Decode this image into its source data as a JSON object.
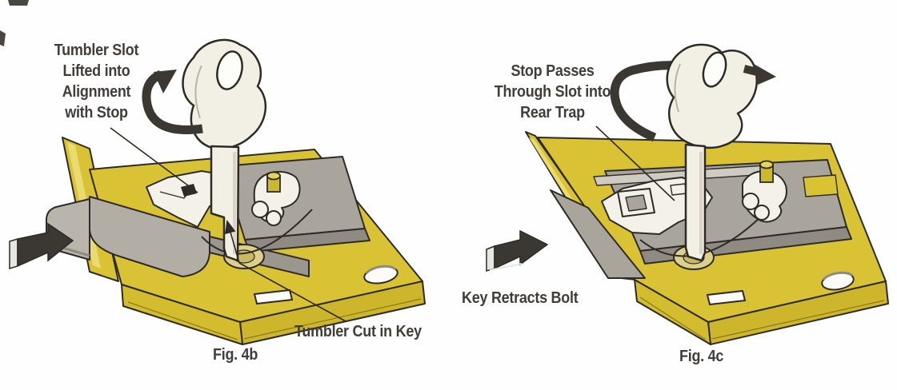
{
  "page": {
    "type": "technical-illustration",
    "subject": "Lever lock mechanism operated by a key, shown in two stages",
    "background_color": "#fefefe"
  },
  "colors": {
    "case_yellow": "#d9c335",
    "case_lip_shadow": "#cdb62b",
    "case_highlight": "#e9db70",
    "metal_gray": "#a9a59c",
    "bolt_gray": "#b2aea5",
    "white_metal": "#f4f1e8",
    "arrow_dark": "#3b3732",
    "outline": "#2e2b26",
    "text": "#413e39"
  },
  "figures": [
    {
      "id": "fig-4b",
      "caption": "Fig. 4b",
      "callouts": {
        "tumbler_slot": "Tumbler Slot\nLifted into\nAlignment\nwith Stop",
        "tumbler_cut": "Tumbler Cut in Key"
      },
      "icons": [
        "rotation-arrow",
        "bolt-direction-arrow"
      ]
    },
    {
      "id": "fig-4c",
      "caption": "Fig. 4c",
      "callouts": {
        "stop_passes": "Stop Passes\nThrough Slot into\nRear Trap",
        "key_retracts": "Key Retracts Bolt"
      },
      "icons": [
        "rotation-arrow",
        "bolt-direction-arrow"
      ]
    }
  ]
}
